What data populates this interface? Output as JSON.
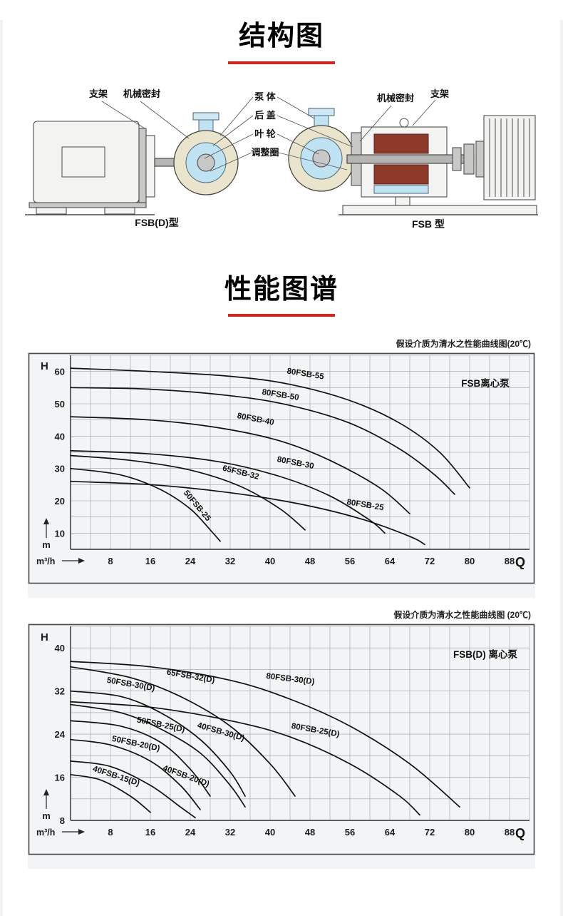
{
  "accent_color": "#da251d",
  "sections": {
    "structure": {
      "title": "结构图"
    },
    "performance": {
      "title": "性能图谱"
    }
  },
  "diagram": {
    "labels": {
      "left_bracket": "支架",
      "left_mech_seal": "机械密封",
      "pump_body": "泵 体",
      "rear_cover": "后 盖",
      "impeller": "叶 轮",
      "adjusting_ring": "调整圈",
      "right_mech_seal": "机械密封",
      "right_bracket": "支架",
      "caption_left": "FSB(D)型",
      "caption_right": "FSB 型"
    },
    "colors": {
      "water_passage": "#bfe3f2",
      "casing": "#e9e4cb",
      "sleeve_red": "#8d3a2a"
    }
  },
  "chart_data": [
    {
      "type": "line",
      "title": "假设介质为清水之性能曲线图(20℃)",
      "legend": "FSB离心泵",
      "legend_pos": "top-right-inside",
      "xlabel": "m³/h",
      "ylabel": "H (m)",
      "h_label": "H",
      "m_label": "m",
      "q_label": "Q",
      "xlim": [
        0,
        92
      ],
      "ylim": [
        5,
        65
      ],
      "x_grid_step": 4,
      "y_grid_step": 5,
      "grid": true,
      "x_ticks": [
        8,
        16,
        24,
        32,
        40,
        48,
        56,
        64,
        72,
        80,
        88
      ],
      "y_ticks": [
        10,
        20,
        30,
        40,
        50,
        60
      ],
      "series": [
        {
          "name": "80FSB-55",
          "points": [
            [
              0,
              61
            ],
            [
              16,
              60
            ],
            [
              32,
              58.5
            ],
            [
              44,
              56
            ],
            [
              56,
              51
            ],
            [
              66,
              44
            ],
            [
              74,
              35
            ],
            [
              80,
              24
            ]
          ],
          "label_at": [
            47,
            58.5
          ],
          "label_angle": 9
        },
        {
          "name": "80FSB-50",
          "points": [
            [
              0,
              55
            ],
            [
              16,
              54.5
            ],
            [
              32,
              52.5
            ],
            [
              44,
              49.5
            ],
            [
              56,
              44
            ],
            [
              66,
              36
            ],
            [
              73,
              28
            ],
            [
              77,
              22
            ]
          ],
          "label_at": [
            42,
            52
          ],
          "label_angle": 9
        },
        {
          "name": "80FSB-40",
          "points": [
            [
              0,
              46
            ],
            [
              16,
              45
            ],
            [
              30,
              42.5
            ],
            [
              42,
              38.5
            ],
            [
              52,
              32.5
            ],
            [
              62,
              24
            ],
            [
              68,
              16
            ]
          ],
          "label_at": [
            37,
            44.5
          ],
          "label_angle": 11
        },
        {
          "name": "80FSB-30",
          "points": [
            [
              0,
              35.5
            ],
            [
              16,
              34.5
            ],
            [
              30,
              32
            ],
            [
              42,
              27.5
            ],
            [
              52,
              21.5
            ],
            [
              60,
              14
            ],
            [
              63,
              10
            ]
          ],
          "label_at": [
            45,
            31
          ],
          "label_angle": 11
        },
        {
          "name": "65FSB-32",
          "points": [
            [
              0,
              34
            ],
            [
              12,
              32.5
            ],
            [
              24,
              29.5
            ],
            [
              34,
              24.5
            ],
            [
              42,
              17.5
            ],
            [
              47,
              11
            ]
          ],
          "label_at": [
            34,
            28
          ],
          "label_angle": 14
        },
        {
          "name": "50FSB-25",
          "points": [
            [
              0,
              30
            ],
            [
              10,
              28
            ],
            [
              18,
              23.5
            ],
            [
              24,
              17.5
            ],
            [
              28,
              11
            ],
            [
              30,
              7.5
            ]
          ],
          "label_at": [
            25,
            18
          ],
          "label_angle": 50
        },
        {
          "name": "80FSB-25",
          "points": [
            [
              0,
              26
            ],
            [
              16,
              25
            ],
            [
              32,
              22.5
            ],
            [
              46,
              19
            ],
            [
              58,
              14.5
            ],
            [
              68,
              9
            ],
            [
              71,
              6.5
            ]
          ],
          "label_at": [
            59,
            18
          ],
          "label_angle": 9
        }
      ]
    },
    {
      "type": "line",
      "title": "假设介质为清水之性能曲线图 (20℃)",
      "legend": "FSB(D) 离心泵",
      "legend_pos": "top-right-inside",
      "xlabel": "m³/h",
      "ylabel": "H (m)",
      "h_label": "H",
      "m_label": "m",
      "q_label": "Q",
      "xlim": [
        0,
        92
      ],
      "ylim": [
        8,
        44
      ],
      "x_grid_step": 4,
      "y_grid_step": 4,
      "grid": true,
      "x_ticks": [
        8,
        16,
        24,
        32,
        40,
        48,
        56,
        64,
        72,
        80,
        88
      ],
      "y_ticks": [
        8,
        16,
        24,
        32,
        40
      ],
      "series": [
        {
          "name": "50FSB-30(D)",
          "points": [
            [
              0,
              32
            ],
            [
              10,
              31
            ],
            [
              18,
              28
            ],
            [
              26,
              23
            ],
            [
              32,
              17
            ],
            [
              35,
              12.5
            ]
          ],
          "label_at": [
            12,
            32.8
          ],
          "label_angle": 10
        },
        {
          "name": "65FSB-32(D)",
          "points": [
            [
              0,
              36.5
            ],
            [
              12,
              34.5
            ],
            [
              22,
              31
            ],
            [
              32,
              25.5
            ],
            [
              40,
              18.5
            ],
            [
              45,
              12.5
            ]
          ],
          "label_at": [
            24,
            34.3
          ],
          "label_angle": 10
        },
        {
          "name": "80FSB-30(D)",
          "points": [
            [
              0,
              37.5
            ],
            [
              16,
              36.5
            ],
            [
              32,
              34
            ],
            [
              44,
              30.5
            ],
            [
              56,
              25.5
            ],
            [
              68,
              18.5
            ],
            [
              78,
              10.5
            ]
          ],
          "label_at": [
            44,
            33.8
          ],
          "label_angle": 7
        },
        {
          "name": "50FSB-25(D)",
          "points": [
            [
              0,
              26.5
            ],
            [
              10,
              25.5
            ],
            [
              18,
              22.5
            ],
            [
              24,
              17.5
            ],
            [
              28,
              12.5
            ]
          ],
          "label_at": [
            18,
            25.3
          ],
          "label_angle": 12
        },
        {
          "name": "40FSB-30(D)",
          "points": [
            [
              0,
              29.5
            ],
            [
              10,
              28
            ],
            [
              18,
              25
            ],
            [
              26,
              20.5
            ],
            [
              32,
              14.5
            ],
            [
              35,
              10.5
            ]
          ],
          "label_at": [
            30,
            24
          ],
          "label_angle": 16
        },
        {
          "name": "80FSB-25(D)",
          "points": [
            [
              0,
              30
            ],
            [
              16,
              29
            ],
            [
              32,
              26.5
            ],
            [
              44,
              23.5
            ],
            [
              56,
              18.5
            ],
            [
              66,
              12.5
            ],
            [
              70,
              9
            ]
          ],
          "label_at": [
            49,
            24.3
          ],
          "label_angle": 10
        },
        {
          "name": "50FSB-20(D)",
          "points": [
            [
              0,
              23
            ],
            [
              8,
              22
            ],
            [
              16,
              19
            ],
            [
              22,
              14.5
            ],
            [
              26,
              10
            ]
          ],
          "label_at": [
            13,
            21.8
          ],
          "label_angle": 12
        },
        {
          "name": "40FSB-20(D)",
          "points": [
            [
              0,
              19
            ],
            [
              8,
              18
            ],
            [
              16,
              14.5
            ],
            [
              22,
              10.5
            ],
            [
              25,
              8.5
            ]
          ],
          "label_at": [
            23,
            15.8
          ],
          "label_angle": 20
        },
        {
          "name": "40FSB-15(D)",
          "points": [
            [
              0,
              16.5
            ],
            [
              6,
              15.5
            ],
            [
              12,
              12.5
            ],
            [
              16,
              9.5
            ]
          ],
          "label_at": [
            9,
            15.8
          ],
          "label_angle": 18
        }
      ]
    }
  ]
}
